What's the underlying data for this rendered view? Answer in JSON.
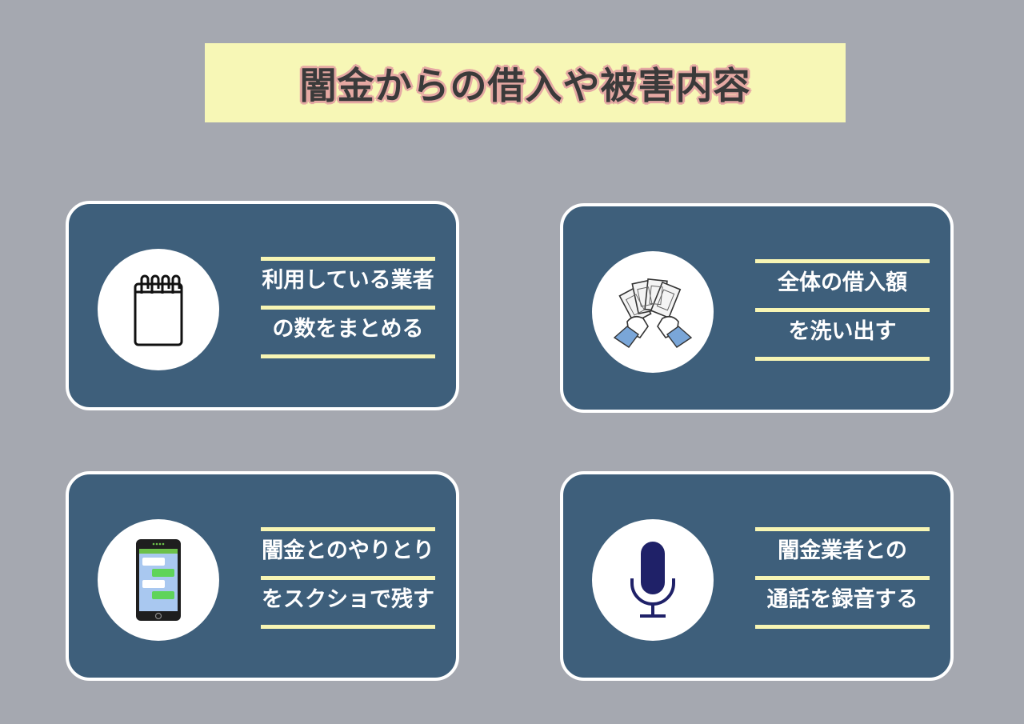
{
  "title": "闇金からの借入や被害内容",
  "cards": [
    {
      "icon": "notepad-icon",
      "line1": "利用している業者",
      "line2": "の数をまとめる"
    },
    {
      "icon": "money-hands-icon",
      "line1": "全体の借入額",
      "line2": "を洗い出す"
    },
    {
      "icon": "smartphone-chat-icon",
      "line1": "闇金とのやりとり",
      "line2": "をスクショで残す"
    },
    {
      "icon": "microphone-icon",
      "line1": "闇金業者との",
      "line2": "通話を録音する"
    }
  ],
  "colors": {
    "background": "#a5a8b0",
    "banner": "#f7f7b6",
    "card": "#3e5f7b",
    "accent_line": "#f7f5b4"
  }
}
